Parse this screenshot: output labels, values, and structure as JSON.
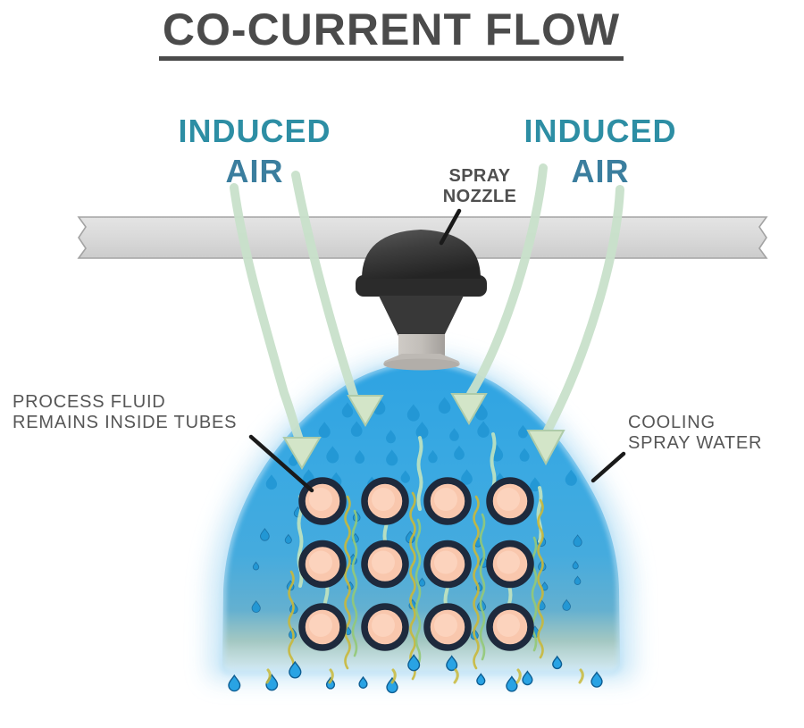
{
  "title": {
    "text": "CO-CURRENT FLOW"
  },
  "labels": {
    "induced_air_left": {
      "line1": "INDUCED",
      "line2": "AIR"
    },
    "induced_air_right": {
      "line1": "INDUCED",
      "line2": "AIR"
    },
    "spray_nozzle": {
      "line1": "SPRAY",
      "line2": "NOZZLE"
    },
    "process_fluid": {
      "line1": "PROCESS FLUID",
      "line2": "REMAINS INSIDE TUBES"
    },
    "cooling_spray_water": {
      "line1": "COOLING",
      "line2": "SPRAY WATER"
    }
  },
  "diagram": {
    "type": "process-diagram",
    "flow_type": "co-current",
    "tube_rows": 3,
    "tube_cols": 4,
    "air_stream_count": 4
  },
  "colors": {
    "title_text": "#4B4B4B",
    "induced_air_primary": "#2D8EA4",
    "induced_air_secondary": "#3B7E9E",
    "label_text": "#565656",
    "pipe_fill": "#D9D9D9",
    "pipe_edge": "#A3A3A3",
    "arrow_green": "#C8E0CA",
    "arrowhead_fill": "#D3E5C8",
    "arrowhead_edge": "#AECBA9",
    "spray_blue": "#3AA8E1",
    "spray_glow": "#C7E6F7",
    "droplet_blue": "#2196D4",
    "droplet_bright": "#29A3E4",
    "droplet_outline": "#0E5E93",
    "tube_ring": "#1E2A3D",
    "tube_fill": "#F9C7AD",
    "tube_highlight": "#FDDBC8",
    "nozzle_dark": "#3E3E3E",
    "nozzle_stem": "#BDB9B4",
    "pointer_line": "#1A1A1A",
    "squiggle_yellow": "#C9B83A",
    "squiggle_green": "#93C977",
    "streak_green": "#C9E8BD"
  }
}
